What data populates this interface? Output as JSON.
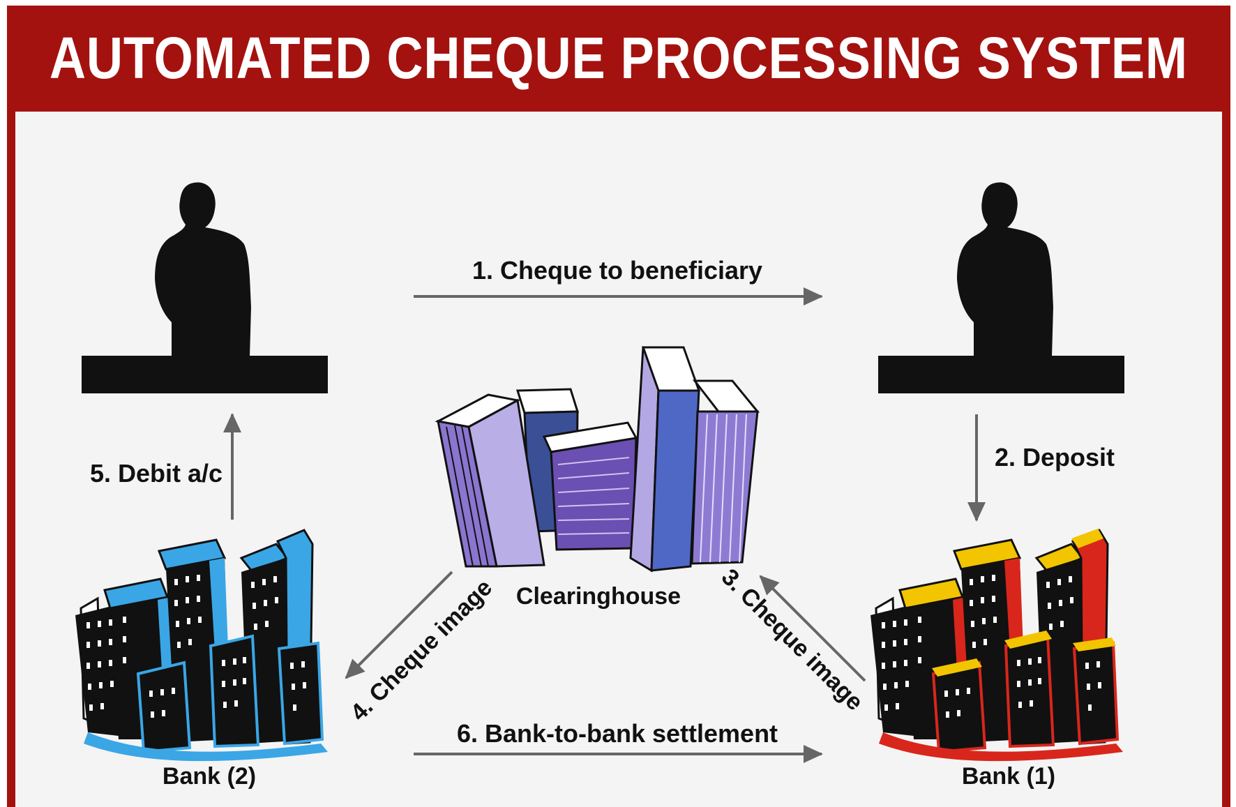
{
  "title": "AUTOMATED CHEQUE PROCESSING SYSTEM",
  "colors": {
    "frame": "#a3120f",
    "background": "#f4f4f4",
    "arrow": "#666666",
    "bank2_accent": "#3aa6e6",
    "bank1_accent_red": "#d9261c",
    "bank1_accent_yellow": "#f2c500",
    "clearinghouse_purple": "#7f67c4",
    "clearinghouse_blue": "#4e6cc8"
  },
  "nodes": {
    "payer": {
      "icon": "person-silhouette-icon"
    },
    "beneficiary": {
      "icon": "person-silhouette-icon"
    },
    "clearinghouse": {
      "label": "Clearinghouse",
      "icon": "office-towers-icon"
    },
    "bank2": {
      "label": "Bank (2)",
      "icon": "city-buildings-icon"
    },
    "bank1": {
      "label": "Bank (1)",
      "icon": "city-buildings-icon"
    }
  },
  "steps": {
    "s1": "1. Cheque to beneficiary",
    "s2": "2. Deposit",
    "s3": "3. Cheque image",
    "s4": "4. Cheque image",
    "s5": "5. Debit a/c",
    "s6": "6. Bank-to-bank settlement"
  }
}
